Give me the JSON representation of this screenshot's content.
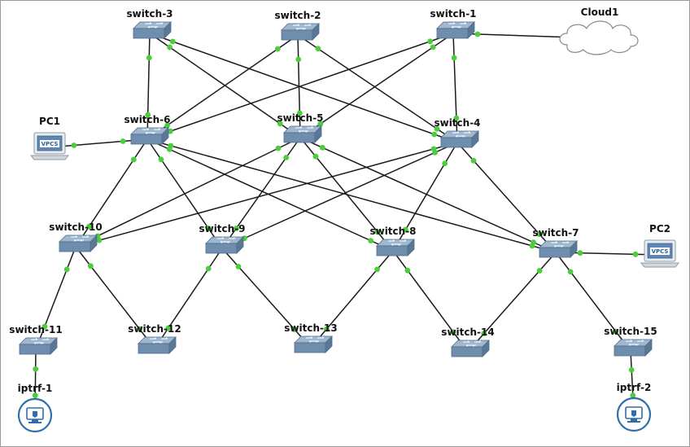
{
  "diagram": {
    "nodes": [
      {
        "id": "switch-3",
        "type": "switch",
        "label": "switch-3"
      },
      {
        "id": "switch-2",
        "type": "switch",
        "label": "switch-2"
      },
      {
        "id": "switch-1",
        "type": "switch",
        "label": "switch-1"
      },
      {
        "id": "cloud1",
        "type": "cloud",
        "label": "Cloud1"
      },
      {
        "id": "pc1",
        "type": "vpcs",
        "label": "PC1",
        "screen_text": "VPCS"
      },
      {
        "id": "switch-6",
        "type": "switch",
        "label": "switch-6"
      },
      {
        "id": "switch-5",
        "type": "switch",
        "label": "switch-5"
      },
      {
        "id": "switch-4",
        "type": "switch",
        "label": "switch-4"
      },
      {
        "id": "switch-10",
        "type": "switch",
        "label": "switch-10"
      },
      {
        "id": "switch-9",
        "type": "switch",
        "label": "switch-9"
      },
      {
        "id": "switch-8",
        "type": "switch",
        "label": "switch-8"
      },
      {
        "id": "switch-7",
        "type": "switch",
        "label": "switch-7"
      },
      {
        "id": "pc2",
        "type": "vpcs",
        "label": "PC2",
        "screen_text": "VPCS"
      },
      {
        "id": "switch-11",
        "type": "switch",
        "label": "switch-11"
      },
      {
        "id": "switch-12",
        "type": "switch",
        "label": "switch-12"
      },
      {
        "id": "switch-13",
        "type": "switch",
        "label": "switch-13"
      },
      {
        "id": "switch-14",
        "type": "switch",
        "label": "switch-14"
      },
      {
        "id": "switch-15",
        "type": "switch",
        "label": "switch-15"
      },
      {
        "id": "iptrf-1",
        "type": "iptrf",
        "label": "iptrf-1"
      },
      {
        "id": "iptrf-2",
        "type": "iptrf",
        "label": "iptrf-2"
      }
    ],
    "links": [
      [
        "switch-1",
        "cloud1"
      ],
      [
        "switch-3",
        "switch-6"
      ],
      [
        "switch-3",
        "switch-5"
      ],
      [
        "switch-3",
        "switch-4"
      ],
      [
        "switch-2",
        "switch-6"
      ],
      [
        "switch-2",
        "switch-5"
      ],
      [
        "switch-2",
        "switch-4"
      ],
      [
        "switch-1",
        "switch-6"
      ],
      [
        "switch-1",
        "switch-5"
      ],
      [
        "switch-1",
        "switch-4"
      ],
      [
        "pc1",
        "switch-6"
      ],
      [
        "switch-6",
        "switch-10"
      ],
      [
        "switch-6",
        "switch-9"
      ],
      [
        "switch-6",
        "switch-8"
      ],
      [
        "switch-6",
        "switch-7"
      ],
      [
        "switch-5",
        "switch-10"
      ],
      [
        "switch-5",
        "switch-9"
      ],
      [
        "switch-5",
        "switch-8"
      ],
      [
        "switch-5",
        "switch-7"
      ],
      [
        "switch-4",
        "switch-10"
      ],
      [
        "switch-4",
        "switch-9"
      ],
      [
        "switch-4",
        "switch-8"
      ],
      [
        "switch-4",
        "switch-7"
      ],
      [
        "switch-7",
        "pc2"
      ],
      [
        "switch-10",
        "switch-11"
      ],
      [
        "switch-10",
        "switch-12"
      ],
      [
        "switch-9",
        "switch-12"
      ],
      [
        "switch-9",
        "switch-13"
      ],
      [
        "switch-8",
        "switch-13"
      ],
      [
        "switch-8",
        "switch-14"
      ],
      [
        "switch-7",
        "switch-14"
      ],
      [
        "switch-7",
        "switch-15"
      ],
      [
        "switch-11",
        "iptrf-1"
      ],
      [
        "switch-15",
        "iptrf-2"
      ]
    ],
    "colors": {
      "link": "#1a1a1a",
      "port_dot": "#4ccd3c",
      "switch_body": "#7d9bbb",
      "border": "#9a9a9a"
    }
  }
}
